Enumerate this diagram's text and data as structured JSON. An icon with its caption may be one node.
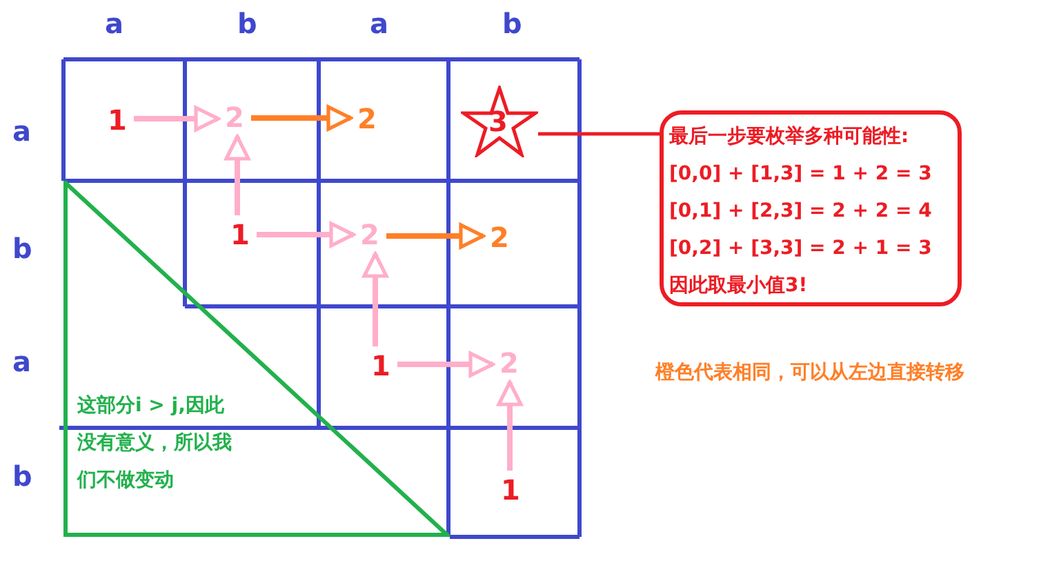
{
  "diagram": {
    "nodes": [
      {
        "text": [
          "1"
        ]
      },
      {
        "text": [
          "2"
        ]
      },
      {
        "text": [
          "2"
        ]
      },
      {
        "text": [
          "3"
        ]
      },
      {
        "text": [
          "1"
        ]
      },
      {
        "text": [
          "2"
        ]
      },
      {
        "text": [
          "2"
        ]
      },
      {
        "text": [
          "1"
        ]
      },
      {
        "text": [
          "2"
        ]
      },
      {
        "text": [
          "1"
        ]
      },
      {
        "text": [
          "最后一步要枚举多种可能性:",
          "[0,0] + [1,3] = 1 + 2 = 3",
          "[0,1] + [2,3] = 2 + 2 = 4",
          "[0,2] + [3,3] = 2 + 1 = 3",
          "因此取最小值3!"
        ]
      },
      {
        "text": [
          "这部分i > j,因此没有意义，所以我们不做变动"
        ]
      }
    ],
    "edges": [
      {
        "from": 0,
        "to": 1,
        "arrow": "to"
      },
      {
        "from": 1,
        "to": 2,
        "arrow": "to",
        "color": "#ff7f27"
      },
      {
        "from": 4,
        "to": 1,
        "arrow": "to"
      },
      {
        "from": 4,
        "to": 5,
        "arrow": "to"
      },
      {
        "from": 5,
        "to": 6,
        "arrow": "to",
        "color": "#ff7f27"
      },
      {
        "from": 7,
        "to": 5,
        "arrow": "to"
      },
      {
        "from": 7,
        "to": 8,
        "arrow": "to"
      },
      {
        "from": 9,
        "to": 8,
        "arrow": "to"
      },
      {
        "from": 3,
        "to": 10,
        "arrow": "none",
        "color": "#ed1c24"
      }
    ],
    "labels": [
      "a",
      "b",
      "a",
      "b",
      "a",
      "b",
      "a",
      "b",
      "橙色代表相同，可以从左边直接转移"
    ]
  }
}
